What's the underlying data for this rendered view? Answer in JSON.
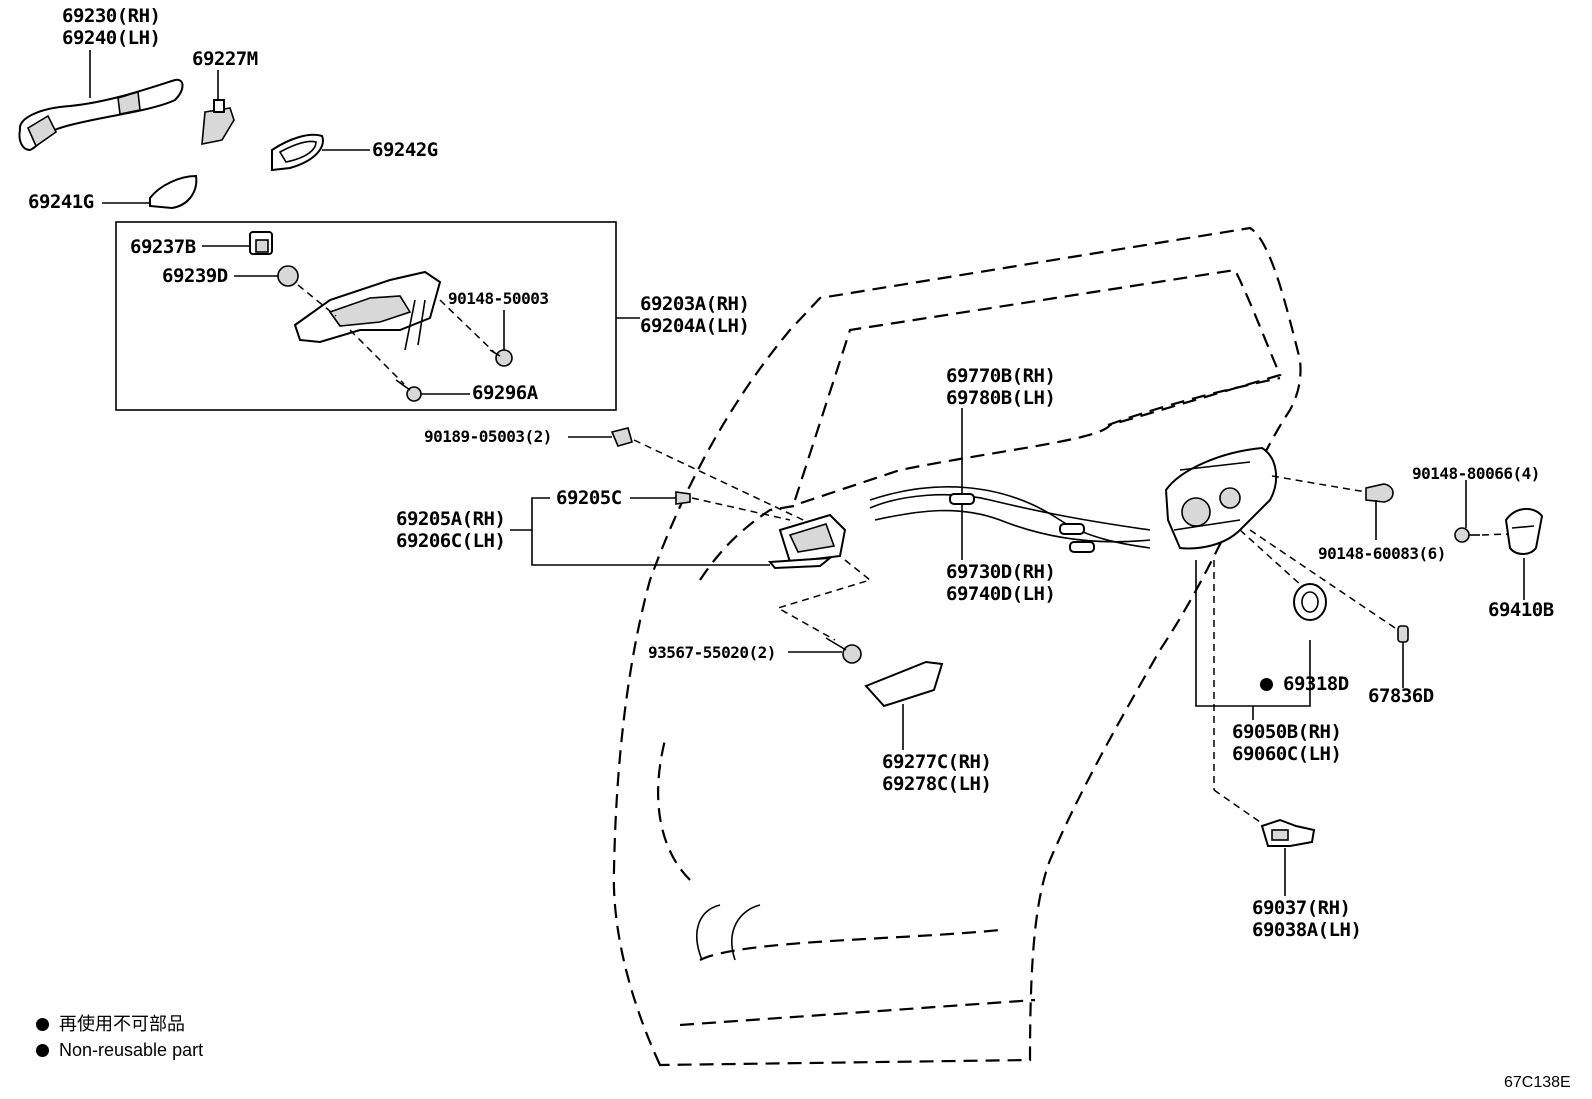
{
  "labels": {
    "p69230": "69230(RH)",
    "p69240": "69240(LH)",
    "p69227M": "69227M",
    "p69242G": "69242G",
    "p69241G": "69241G",
    "p69237B": "69237B",
    "p69239D": "69239D",
    "p90148_50003": "90148-50003",
    "p69203A": "69203A(RH)",
    "p69204A": "69204A(LH)",
    "p69296A": "69296A",
    "p90189": "90189-05003(2)",
    "p69205C": "69205C",
    "p69205A": "69205A(RH)",
    "p69206C": "69206C(LH)",
    "p93567": "93567-55020(2)",
    "p69277C": "69277C(RH)",
    "p69278C": "69278C(LH)",
    "p69770B": "69770B(RH)",
    "p69780B": "69780B(LH)",
    "p69730D": "69730D(RH)",
    "p69740D": "69740D(LH)",
    "p90148_80066": "90148-80066(4)",
    "p90148_60083": "90148-60083(6)",
    "p69410B": "69410B",
    "p67836D": "67836D",
    "p69318D": "69318D",
    "p69050B": "69050B(RH)",
    "p69060C": "69060C(LH)",
    "p69037": "69037(RH)",
    "p69038A": "69038A(LH)"
  },
  "legend": {
    "line_jp": "再使用不可部品",
    "line_en": "Non-reusable part"
  },
  "diagram_code": "67C138E"
}
